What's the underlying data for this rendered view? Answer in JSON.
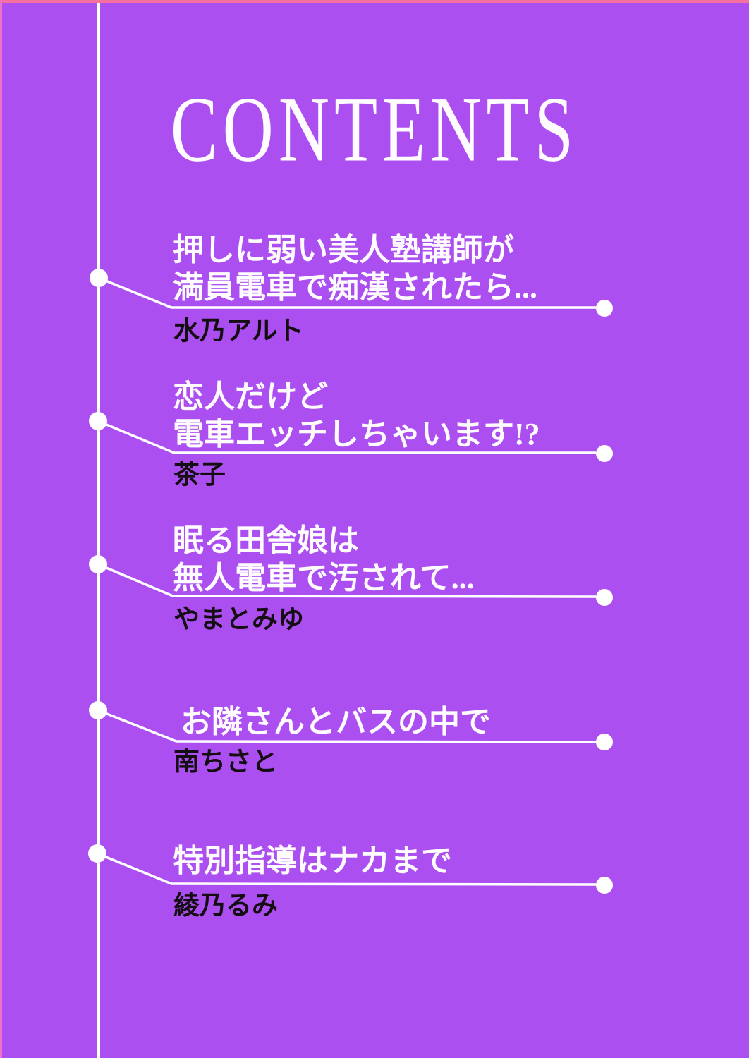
{
  "page": {
    "heading": "CONTENTS",
    "colors": {
      "background": "#ac4ff1",
      "border_top": "#f5709f",
      "border_left": "#ef70c9",
      "connector": "#ffffff",
      "title_text": "#ffffff",
      "author_text": "#140d12"
    },
    "entries": [
      {
        "title_lines": [
          "押しに弱い美人塾講師が",
          "満員電車で痴漢されたら..."
        ],
        "author": "水乃アルト"
      },
      {
        "title_lines": [
          "恋人だけど",
          "電車エッチしちゃいます!?"
        ],
        "author": "茶子"
      },
      {
        "title_lines": [
          "眠る田舎娘は",
          "無人電車で汚されて..."
        ],
        "author": "やまとみゆ"
      },
      {
        "title_lines": [
          "お隣さんとバスの中で"
        ],
        "author": "南ちさと"
      },
      {
        "title_lines": [
          "特別指導はナカまで"
        ],
        "author": "綾乃るみ"
      }
    ]
  }
}
